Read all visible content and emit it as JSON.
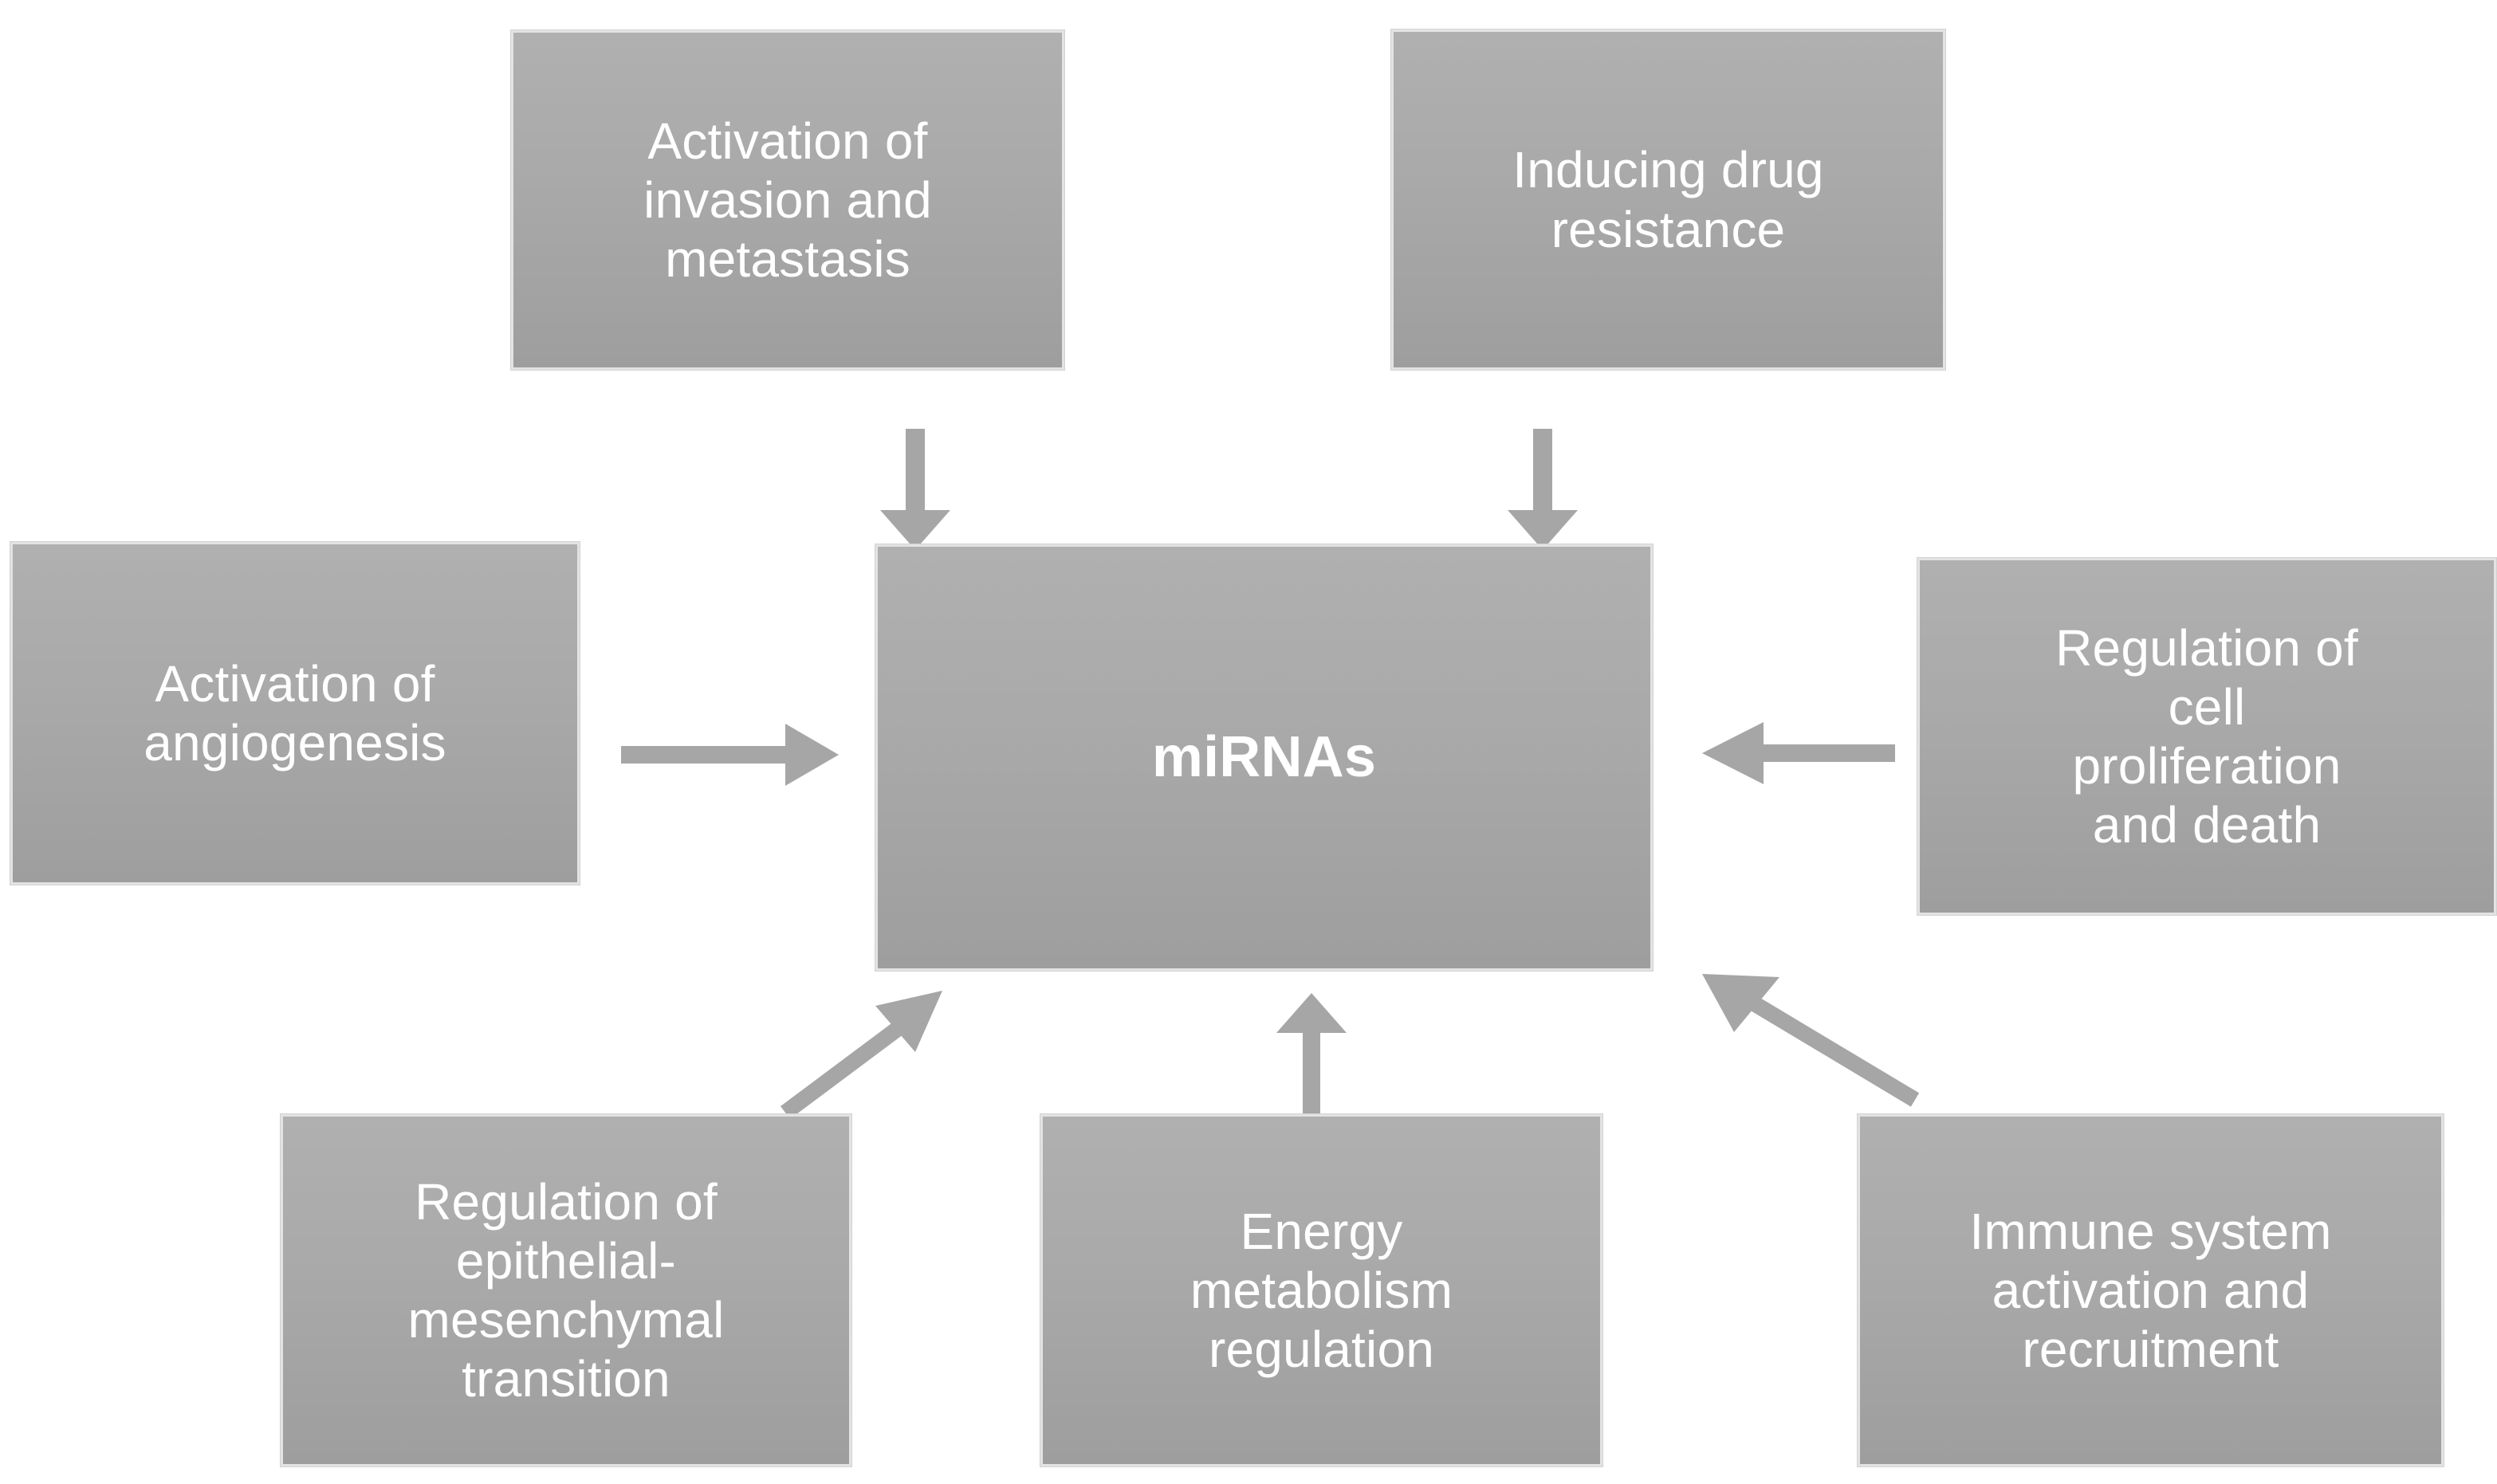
{
  "diagram": {
    "title": "miRNAs",
    "center_node": {
      "id": "mirnas",
      "label": "miRNAs"
    },
    "colors": {
      "node_fill_top": "#b0b0b0",
      "node_fill_bottom": "#9e9e9e",
      "node_border": "#e3e3e3",
      "node_text": "#ffffff",
      "arrow": "#a6a6a6",
      "background": "#ffffff"
    },
    "nodes": [
      {
        "id": "invasion-metastasis",
        "label": "Activation of\ninvasion and\nmetastasis",
        "position": "top-left"
      },
      {
        "id": "drug-resistance",
        "label": "Inducing drug\nresistance",
        "position": "top-right"
      },
      {
        "id": "angiogenesis",
        "label": "Activation of\nangiogenesis",
        "position": "left"
      },
      {
        "id": "cell-proliferation",
        "label": "Regulation of\ncell\nproliferation\nand death",
        "position": "right"
      },
      {
        "id": "emt",
        "label": "Regulation of\nepithelial-\nmesenchymal\ntransition",
        "position": "bottom-left"
      },
      {
        "id": "energy-metabolism",
        "label": "Energy\nmetabolism\nregulation",
        "position": "bottom-center"
      },
      {
        "id": "immune-system",
        "label": "Immune system\nactivation and\nrecruitment",
        "position": "bottom-right"
      }
    ],
    "edges": [
      {
        "id": "invasion-to-mirnas",
        "from": "invasion-metastasis",
        "to": "mirnas",
        "direction": "down",
        "arrowhead": "filled-triangle"
      },
      {
        "id": "drugres-to-mirnas",
        "from": "drug-resistance",
        "to": "mirnas",
        "direction": "down",
        "arrowhead": "filled-triangle"
      },
      {
        "id": "angiogenesis-to-mirnas",
        "from": "angiogenesis",
        "to": "mirnas",
        "direction": "right",
        "arrowhead": "filled-triangle"
      },
      {
        "id": "proliferation-to-mirnas",
        "from": "cell-proliferation",
        "to": "mirnas",
        "direction": "left",
        "arrowhead": "filled-triangle"
      },
      {
        "id": "emt-to-mirnas",
        "from": "emt",
        "to": "mirnas",
        "direction": "up-right",
        "arrowhead": "filled-triangle"
      },
      {
        "id": "energy-to-mirnas",
        "from": "energy-metabolism",
        "to": "mirnas",
        "direction": "up",
        "arrowhead": "filled-triangle"
      },
      {
        "id": "immune-to-mirnas",
        "from": "immune-system",
        "to": "mirnas",
        "direction": "up-left",
        "arrowhead": "filled-triangle"
      }
    ]
  }
}
